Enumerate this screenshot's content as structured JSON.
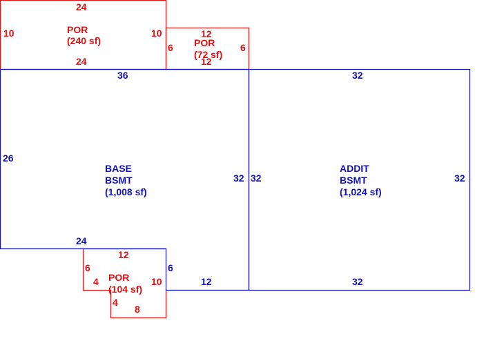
{
  "colors": {
    "porch": "#dd1111",
    "base": "#1111bb",
    "background": "#ffffff"
  },
  "areas": {
    "por_240": {
      "line1": "POR",
      "line2": "(240 sf)"
    },
    "por_72": {
      "line1": "POR",
      "line2": "(72 sf)"
    },
    "base_bsmt": {
      "line1": "BASE",
      "line2": "BSMT",
      "line3": "(1,008 sf)"
    },
    "addit_bsmt": {
      "line1": "ADDIT",
      "line2": "BSMT",
      "line3": "(1,024 sf)"
    },
    "por_104": {
      "line1": "POR",
      "line2": "(104 sf)"
    }
  },
  "dimensions": {
    "por_240_top": "24",
    "por_240_left": "10",
    "por_240_right": "10",
    "por_240_bottom": "24",
    "por_72_top": "12",
    "por_72_left": "6",
    "por_72_right": "6",
    "por_72_bottom": "12",
    "base_top": "36",
    "base_left": "26",
    "base_right": "32",
    "base_bottom": "24",
    "base_bottom_right": "12",
    "base_right_low": "6",
    "addit_top": "32",
    "addit_left": "32",
    "addit_right": "32",
    "addit_bottom": "32",
    "por_104_top": "12",
    "por_104_left": "6",
    "por_104_step": "4",
    "por_104_lower_left": "4",
    "por_104_right": "10",
    "por_104_bottom": "8"
  }
}
